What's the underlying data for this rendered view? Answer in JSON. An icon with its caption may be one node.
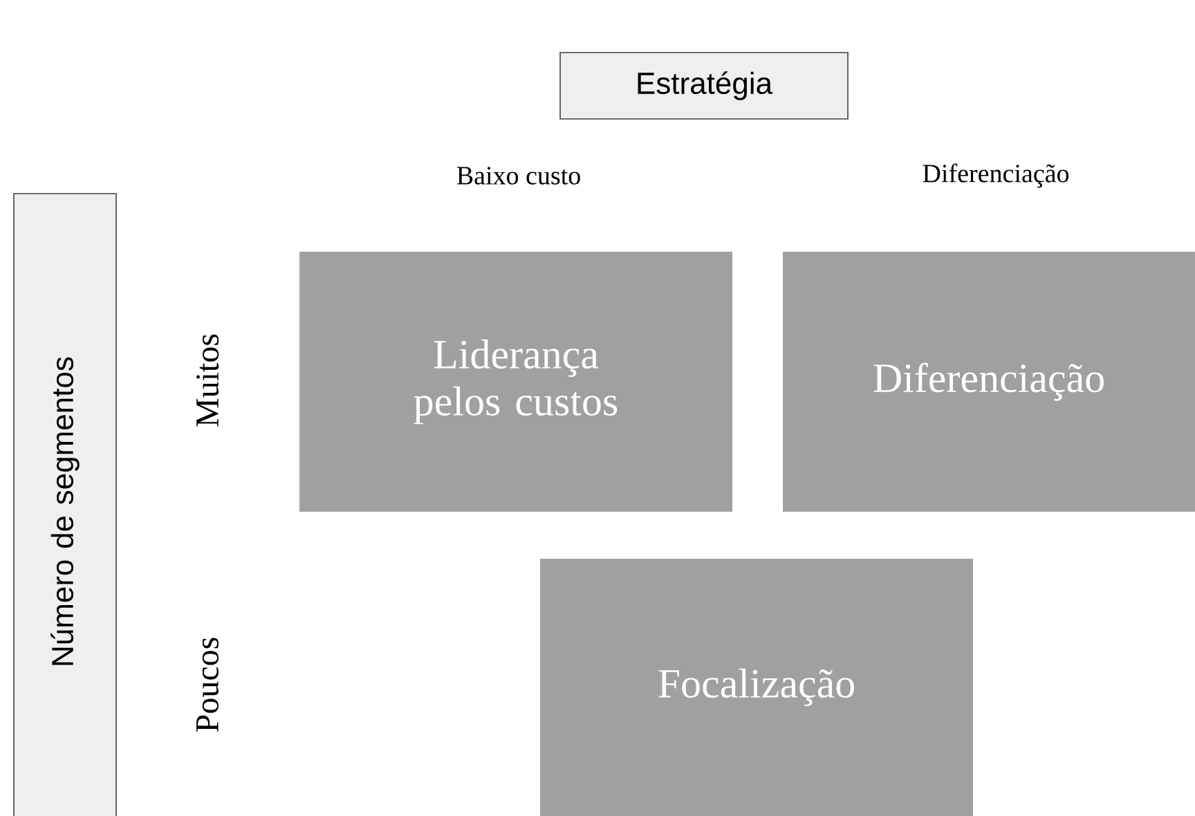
{
  "diagram": {
    "nodes": [
      {
        "text": [
          "Estratégia"
        ]
      },
      {
        "text": [
          "Número de segmentos"
        ]
      },
      {
        "text": [
          "Liderança pelos custos"
        ]
      },
      {
        "text": [
          "Diferenciação"
        ]
      },
      {
        "text": [
          "Focalização"
        ]
      }
    ],
    "labels": [
      "Baixo custo",
      "Diferenciação",
      "Muitos",
      "Poucos"
    ]
  }
}
